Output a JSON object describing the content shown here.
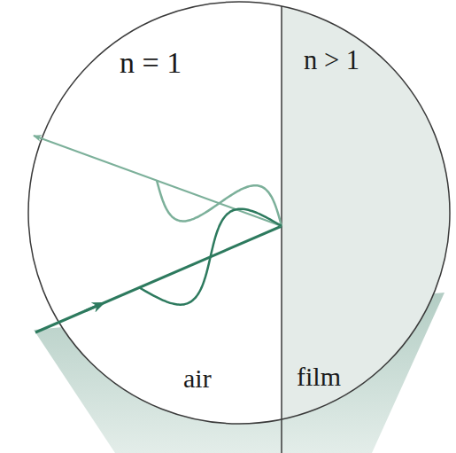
{
  "diagram": {
    "nodes": [
      {
        "text": [
          "n = 1",
          "air"
        ]
      },
      {
        "text": [
          "n > 1",
          "film"
        ]
      }
    ]
  }
}
